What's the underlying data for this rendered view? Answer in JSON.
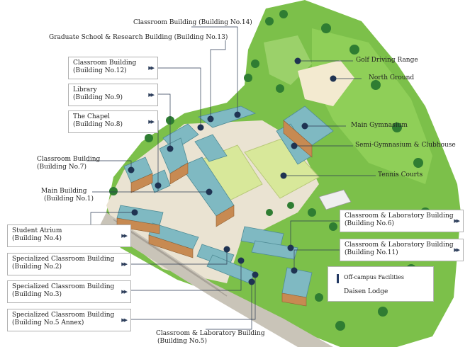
{
  "map": {
    "top_labels": {
      "building14": "Classroom Building (Building No.14)",
      "building13": "Graduate School & Research Building (Building No.13)",
      "building7_line1": "Classroom Building",
      "building7_line2": "(Building No.7)",
      "building1_line1": "Main Building",
      "building1_line2": "(Building No.1)",
      "building5_line1": "Classroom & Laboratory Building",
      "building5_line2": "(Building No.5)"
    },
    "right_labels": {
      "golf": "Golf Driving Range",
      "north": "North Ground",
      "main_gym": "Main Gymnasium",
      "semi_gym": "Semi-Gymnasium & Clubhouse",
      "tennis": "Tennis Courts"
    },
    "left_boxes": [
      {
        "line1": "Classroom Building",
        "line2": "(Building No.12)"
      },
      {
        "line1": "Library",
        "line2": "(Building No.9)"
      },
      {
        "line1": "The Chapel",
        "line2": "(Building No.8)"
      },
      {
        "line1": "Student Atrium",
        "line2": "(Building No.4)"
      },
      {
        "line1": "Specialized Classroom Building",
        "line2": "(Building No.2)"
      },
      {
        "line1": "Specialized Classroom Building",
        "line2": "(Building No.3)"
      },
      {
        "line1": "Specialized Classroom Building",
        "line2": "(Building No.5 Annex)"
      }
    ],
    "right_boxes": [
      {
        "line1": "Classroom & Laboratory Building",
        "line2": "(Building No.6)"
      },
      {
        "line1": "Classroom & Laboratory Building",
        "line2": "(Building No.11)"
      }
    ],
    "arrow_glyph": "▶▶",
    "legend": {
      "heading": "Off-campus Facilities",
      "item": "Daisen Lodge"
    }
  },
  "colors": {
    "grass": "#7cc04a",
    "tree_dark": "#2f7d32",
    "roof": "#7fb9c2",
    "brick": "#c78a52",
    "marker": "#1f3352",
    "court": "#d8e89a"
  }
}
